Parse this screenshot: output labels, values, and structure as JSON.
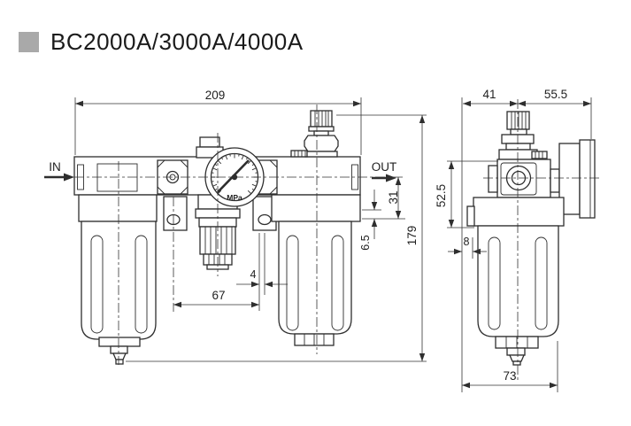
{
  "title": {
    "text": "BC2000A/3000A/4000A"
  },
  "front_view": {
    "labels": {
      "inlet": "IN",
      "outlet": "OUT",
      "gauge_unit": "MPa"
    },
    "dimensions": {
      "overall_width": "209",
      "outlet_drop": "31",
      "mount_face_offset": "6.5",
      "overall_height": "179",
      "spacer_width": "4",
      "bracket_spacing": "67"
    }
  },
  "side_view": {
    "dimensions": {
      "body_to_center": "41",
      "center_to_gauge": "55.5",
      "head_height": "52.5",
      "bowl_offset": "8",
      "bowl_width": "73"
    }
  },
  "colors": {
    "line": "#2e2e2e",
    "title_bullet": "#a9a9a9",
    "background": "#ffffff",
    "text": "#1b1b1b"
  }
}
